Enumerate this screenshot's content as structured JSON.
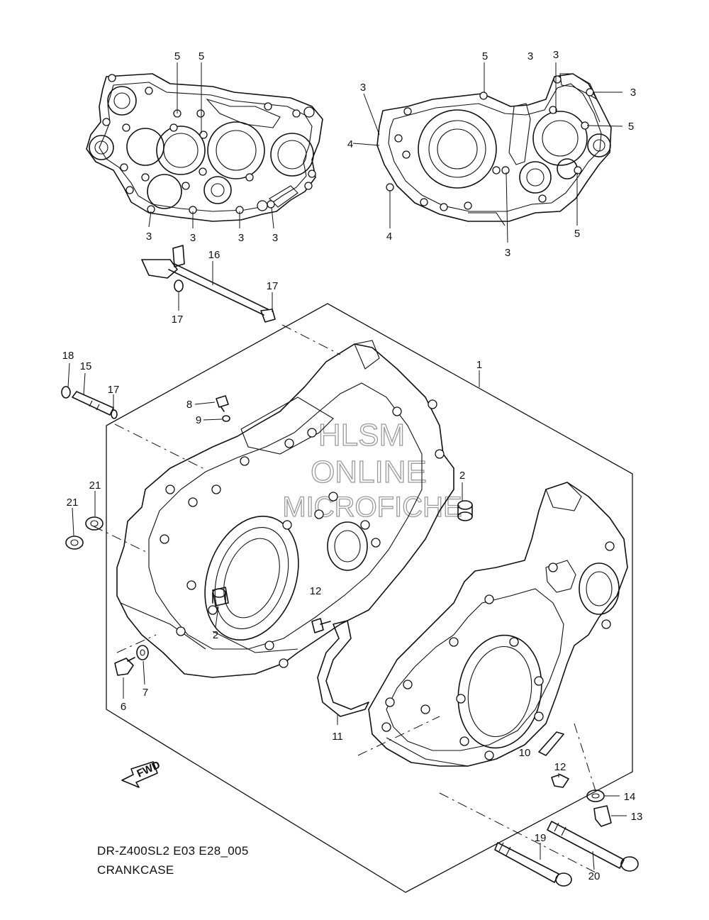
{
  "diagram": {
    "code": "DR-Z400SL2 E03 E28_005",
    "title": "CRANKCASE",
    "fwd_label": "FWD",
    "watermark": [
      "HLSM",
      "ONLINE",
      "MICROFICHE"
    ]
  },
  "callouts": {
    "n1": "1",
    "n2a": "2",
    "n2b": "2",
    "n3a": "3",
    "n3b": "3",
    "n3c": "3",
    "n3d": "3",
    "n3e": "3",
    "n3f": "3",
    "n3g": "3",
    "n3h": "3",
    "n3i": "3",
    "n4a": "4",
    "n4b": "4",
    "n5a": "5",
    "n5b": "5",
    "n5c": "5",
    "n5d": "5",
    "n5e": "5",
    "n6": "6",
    "n7": "7",
    "n8": "8",
    "n9": "9",
    "n10": "10",
    "n11": "11",
    "n12a": "12",
    "n12b": "12",
    "n13": "13",
    "n14": "14",
    "n15": "15",
    "n16": "16",
    "n17a": "17",
    "n17b": "17",
    "n17c": "17",
    "n18": "18",
    "n19": "19",
    "n20": "20",
    "n21a": "21",
    "n21b": "21"
  }
}
